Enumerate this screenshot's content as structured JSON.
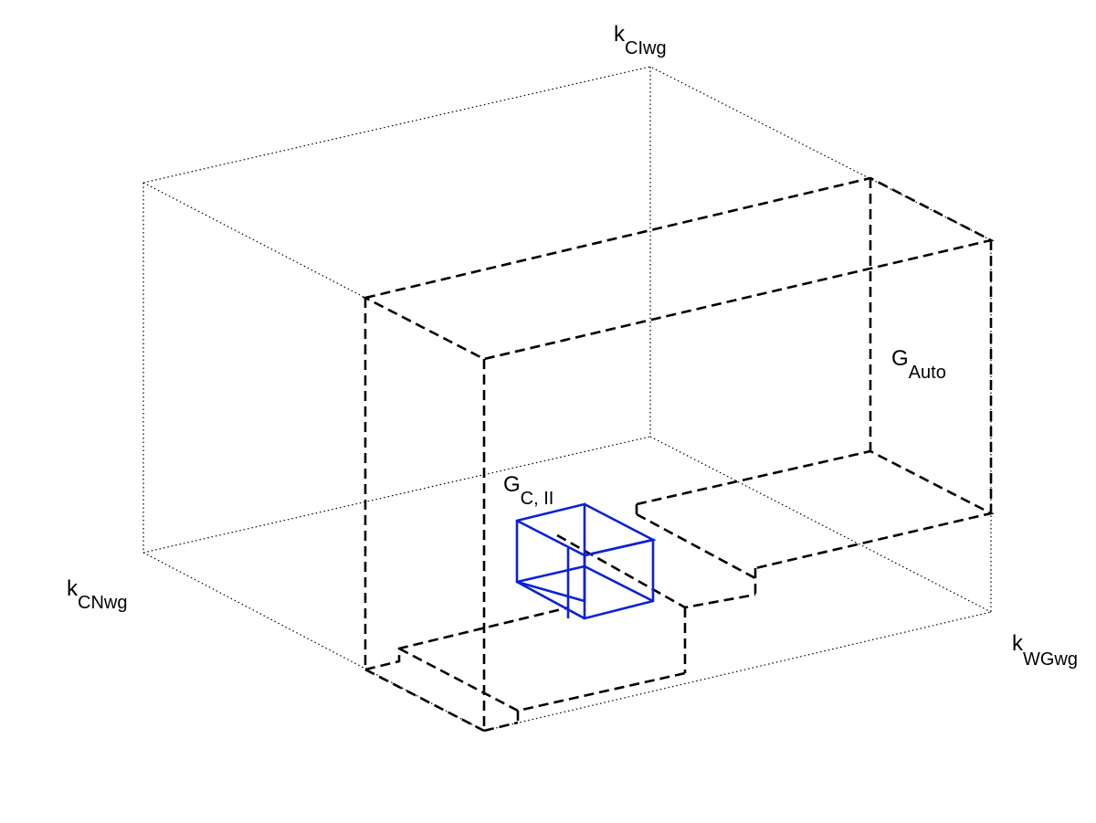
{
  "diagram": {
    "axes": {
      "z": {
        "main": "k",
        "sub": "CIwg"
      },
      "x": {
        "main": "k",
        "sub": "CNwg"
      },
      "y": {
        "main": "k",
        "sub": "WGwg"
      }
    },
    "regions": {
      "auto": {
        "main": "G",
        "sub": "Auto"
      },
      "c2": {
        "main": "G",
        "sub": "C, II"
      }
    },
    "colors": {
      "boundary_box": "#000000",
      "auto_region": "#000000",
      "c2_region": "#0a22d6",
      "background": "#ffffff"
    }
  }
}
